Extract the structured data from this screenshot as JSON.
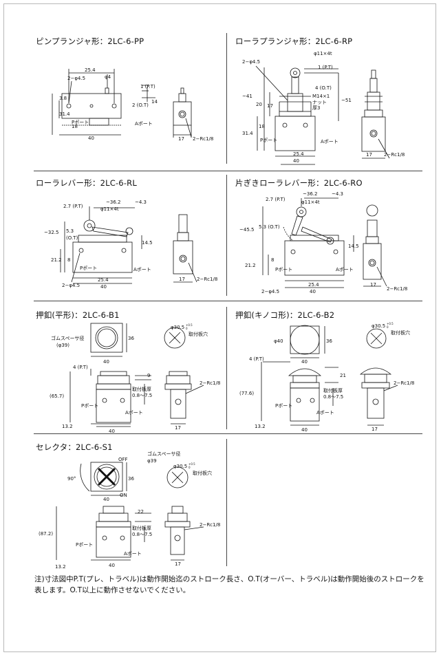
{
  "sections": [
    {
      "title": "ピンプランジャ形：2LC-6-PP",
      "dims": {
        "d1": "2−φ4.5",
        "d2": "25.4",
        "d3": "φ4",
        "d4": "1 (P.T)",
        "d5": "2 (O.T)",
        "d6": "3.8",
        "d7": "31.4",
        "d8": "18",
        "d9": "14",
        "d10": "40",
        "d11": "17",
        "d12": "2−Rc1/8",
        "d13": "Pポート",
        "d14": "Aポート"
      }
    },
    {
      "title": "ローラプランジャ形：2LC-6-RP",
      "dims": {
        "d1": "2−φ4.5",
        "d2": "φ11×4t",
        "d3": "1 (P.T)",
        "d4": "4 (O.T)",
        "d5": "M14×1",
        "d6": "ナット",
        "d7": "厚3",
        "d8": "~41",
        "d9": "~51",
        "d10": "20",
        "d11": "17",
        "d12": "18",
        "d13": "31.4",
        "d14": "25.4",
        "d15": "40",
        "d16": "17",
        "d17": "2−Rc1/8",
        "d18": "Pポート",
        "d19": "Aポート"
      }
    },
    {
      "title": "ローラレバー形：2LC-6-RL",
      "dims": {
        "d1": "2.7 (P.T)",
        "d2": "~36.2",
        "d3": "~4.3",
        "d4": "φ11×4t",
        "d5": "~32.5",
        "d6": "5.3",
        "d7": "(O.T)",
        "d8": "14.5",
        "d9": "21.2",
        "d10": "8",
        "d11": "2−φ4.5",
        "d12": "25.4",
        "d13": "40",
        "d14": "17",
        "d15": "2−Rc1/8",
        "d16": "Pポート",
        "d17": "Aポート"
      }
    },
    {
      "title": "片ぎきローラレバー形：2LC-6-RO",
      "dims": {
        "d1": "2.7 (P.T)",
        "d2": "~36.2",
        "d3": "~4.3",
        "d4": "φ11×4t",
        "d5": "~45.5",
        "d6": "5.3 (O.T)",
        "d7": "14.5",
        "d8": "21.2",
        "d9": "8",
        "d10": "2−φ4.5",
        "d11": "25.4",
        "d12": "40",
        "d13": "17",
        "d14": "2−Rc1/8",
        "d15": "Pポート",
        "d16": "Aポート"
      }
    },
    {
      "title": "押釦(平形)：2LC-6-B1",
      "dims": {
        "d1": "ゴムスペーサ径",
        "d2": "(φ39)",
        "d3": "36",
        "d4": "40",
        "d5": "φ30.5",
        "d6": "+0.5",
        "d7": "0",
        "d8": "取付板穴",
        "d9": "4 (P.T)",
        "d10": "9",
        "d11": "(65.7)",
        "d12": "取付板厚",
        "d13": "0.8〜7.5",
        "d14": "13.2",
        "d15": "40",
        "d16": "17",
        "d17": "2−Rc1/8",
        "d18": "Pポート",
        "d19": "Aポート"
      }
    },
    {
      "title": "押釦(キノコ形)：2LC-6-B2",
      "dims": {
        "d1": "φ40",
        "d2": "36",
        "d3": "40",
        "d4": "φ30.5",
        "d5": "+0.5",
        "d6": "0",
        "d7": "取付板穴",
        "d8": "4 (P.T)",
        "d9": "21",
        "d10": "(77.6)",
        "d11": "取付板厚",
        "d12": "0.8〜7.5",
        "d13": "13.2",
        "d14": "40",
        "d15": "17",
        "d16": "2−Rc1/8",
        "d17": "Pポート",
        "d18": "Aポート"
      }
    },
    {
      "title": "セレクタ：2LC-6-S1",
      "dims": {
        "d1": "OFF",
        "d2": "ゴムスペーサ径",
        "d3": "φ39",
        "d4": "90°",
        "d5": "36",
        "d6": "ON",
        "d7": "40",
        "d8": "φ30.5",
        "d9": "+0.5",
        "d10": "0",
        "d11": "取付板穴",
        "d12": "22",
        "d13": "(87.2)",
        "d14": "取付板厚",
        "d15": "0.8〜7.5",
        "d16": "13.2",
        "d17": "40",
        "d18": "17",
        "d19": "2−Rc1/8",
        "d20": "Pポート",
        "d21": "Aポート"
      }
    }
  ],
  "note": "注)寸法図中P.T(プレ、トラベル)は動作開始迄のストローク長さ、O.T(オーバー、トラベル)は動作開始後のストロークを表します。O.T以上に動作させないでください。"
}
